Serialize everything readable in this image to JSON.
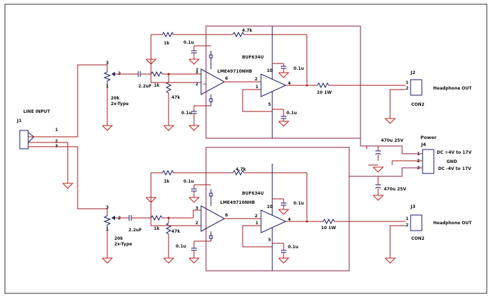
{
  "labels": {
    "line_input": "LINE INPUT",
    "j1": "J1",
    "j2": "J2",
    "j3": "J3",
    "j4": "J4",
    "power": "Power",
    "pot_value": "20k",
    "pot_taper": "2x-Type",
    "cap_in": "2.2uF",
    "r_in": "1k",
    "r_fb": "1k",
    "r_47k": "47k",
    "r_4k7": "4.7k",
    "cap_01": "0.1u",
    "r_out": "10 1W",
    "opamp_top": "LME49710NHB",
    "opamp_bot": "LME49710NHB",
    "buf_top": "BUF634U",
    "buf_bot": "BUF634U",
    "con2": "CON2",
    "headphone": "Headphone OUT",
    "cap_470": "470u 25V",
    "dc_pos": "DC +4V to 17V",
    "gnd_label": "GND",
    "dc_neg": "DC -4V to 17V"
  },
  "pins": {
    "p1": "1",
    "p2": "2",
    "p3": "3",
    "p4": "4",
    "p5": "5",
    "p6": "6",
    "p10": "10"
  }
}
